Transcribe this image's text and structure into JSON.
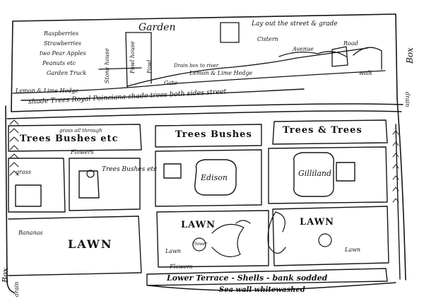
{
  "diagram": {
    "garden": {
      "title": "Garden",
      "items": [
        "Raspberries",
        "Strawberries",
        "two Pear Apples",
        "Peanuts etc",
        "Garden Truck"
      ],
      "lay_out_note": "Lay out the street & grade"
    },
    "hedges": {
      "left": "Lemon & Lime Hedge",
      "center": "Lemon & Lime Hedge"
    },
    "upper_labels": {
      "fowl": "Fowl",
      "fowl_house": "Fowl house",
      "stone_house": "Stone house",
      "drain_box": "Drain box to river",
      "gate": "Gate",
      "avenue": "Avenue",
      "cistern": "Cistern",
      "road": "Road",
      "walk": "walk",
      "shade_trees_line": "shade Trees Royal Poinciana shade trees both sides street"
    },
    "main_labels": {
      "left_trees": "Trees Bushes etc",
      "grass_all_through": "grass all through",
      "flowers": "Flowers",
      "mid_trees": "Trees Bushes",
      "right_trees": "Trees & Trees",
      "small_trees": "Trees Bushes etc",
      "grass": "grass",
      "edison": "Edison",
      "gilliland": "Gilliland",
      "lawn_left": "LAWN",
      "lawn_mid": "LAWN",
      "lawn_right": "LAWN",
      "lawn_small": "Lawn",
      "lawn_small2": "Lawn",
      "flower_bed": "Flower",
      "flower_bed2": "Flowers",
      "bananas": "Bananas",
      "lower_terrace": "Lower Terrace - Shells - bank sodded",
      "sea_wall": "Sea wall whitewashed",
      "box_right": "Box",
      "box_left": "Box",
      "drain_left": "drain",
      "drain_right": "drain"
    }
  }
}
